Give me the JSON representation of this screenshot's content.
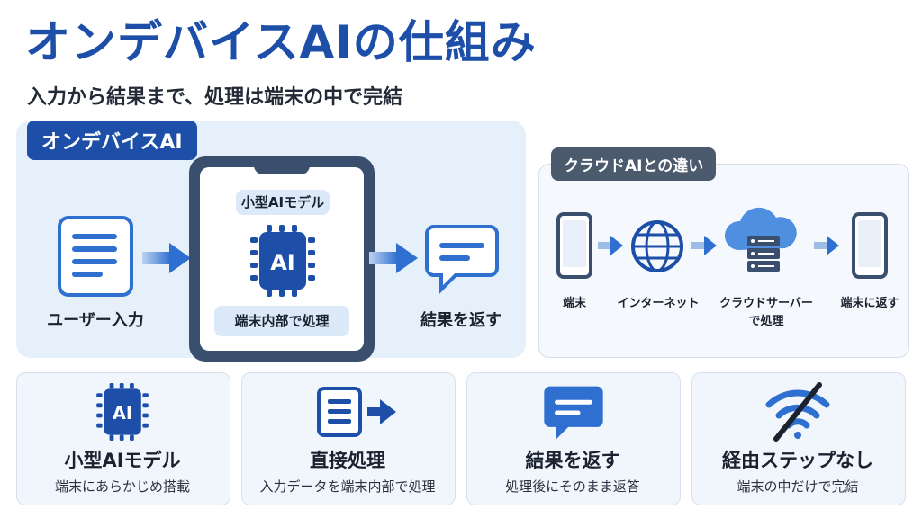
{
  "header": {
    "title": "オンデバイスAIの仕組み",
    "subtitle": "入力から結果まで、処理は端末の中で完結"
  },
  "ondevice": {
    "tag": "オンデバイスAI",
    "input_label": "ユーザー入力",
    "model_label": "小型AIモデル",
    "chip_text": "AI",
    "process_label": "端末内部で処理",
    "output_label": "結果を返す"
  },
  "cloud": {
    "tag": "クラウドAIとの違い",
    "steps": [
      {
        "label": "端末"
      },
      {
        "label": "インターネット"
      },
      {
        "label": "クラウドサーバー"
      },
      {
        "label": "端末に返す"
      }
    ],
    "steps_sub": "で処理"
  },
  "cards": [
    {
      "title": "小型AIモデル",
      "desc": "端末にあらかじめ搭載",
      "icon": "ai-chip-icon",
      "chip_text": "AI"
    },
    {
      "title": "直接処理",
      "desc": "入力データを端末内部で処理",
      "icon": "document-arrow-icon"
    },
    {
      "title": "結果を返す",
      "desc": "処理後にそのまま返答",
      "icon": "chat-bubble-icon"
    },
    {
      "title": "経由ステップなし",
      "desc": "端末の中だけで完結",
      "icon": "no-wifi-icon"
    }
  ],
  "colors": {
    "primary": "#1d4fa8",
    "accent": "#2f6fd0",
    "panel": "#e6f0fb",
    "gray_tag": "#4c5a6e"
  }
}
